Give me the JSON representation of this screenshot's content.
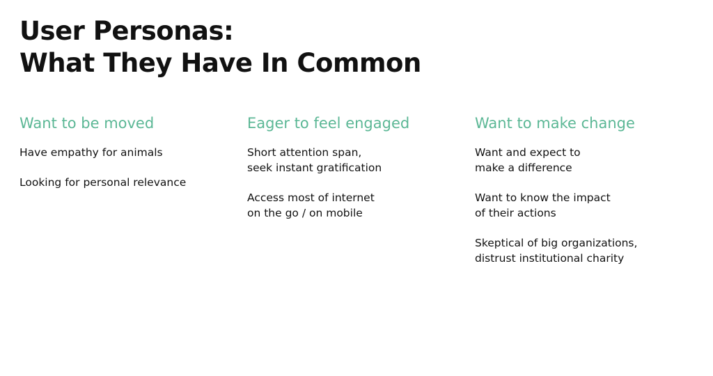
{
  "slide": {
    "title_lines": [
      "User Personas:",
      "What They Have In Common"
    ],
    "accent_color": "#5bb795",
    "columns": [
      {
        "heading": "Want to be moved",
        "items": [
          [
            "Have empathy for animals"
          ],
          [
            "Looking for personal relevance"
          ]
        ]
      },
      {
        "heading": "Eager to feel engaged",
        "items": [
          [
            "Short attention span,",
            "seek instant gratification"
          ],
          [
            "Access most of internet",
            "on the go / on mobile"
          ]
        ]
      },
      {
        "heading": "Want to make change",
        "items": [
          [
            "Want and expect to",
            "make a difference"
          ],
          [
            "Want to know the impact",
            "of their actions"
          ],
          [
            "Skeptical of big organizations,",
            "distrust institutional charity"
          ]
        ]
      }
    ]
  }
}
